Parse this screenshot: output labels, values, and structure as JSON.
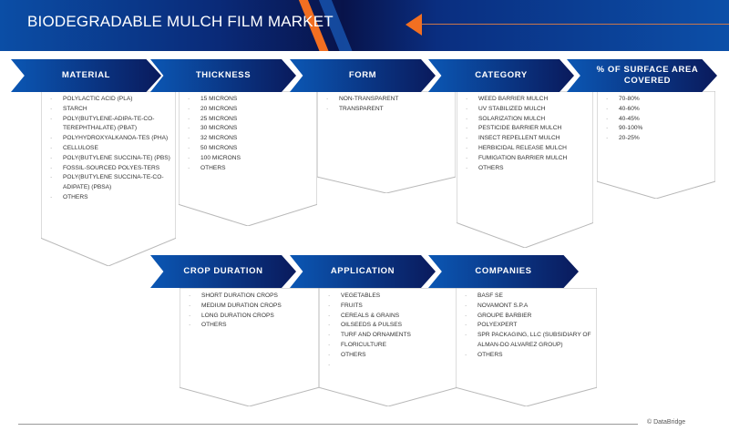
{
  "header": {
    "title": "BIODEGRADABLE MULCH FILM MARKET"
  },
  "colors": {
    "accent": "#f26f21",
    "brand_dark": "#0a1a5c",
    "brand_light": "#0b57b4"
  },
  "segments": [
    {
      "label": "MATERIAL",
      "items": [
        "POLYLACTIC ACID (PLA)",
        "STARCH",
        "POLY(BUTYLENE-ADIPA-TE-CO-TEREPHTHALATE) (PBAT)",
        "POLYHYDROXYALKANOA-TES (PHA)",
        "CELLULOSE",
        "POLY(BUTYLENE SUCCINA-TE) (PBS)",
        "FOSSIL-SOURCED POLYES-TERS",
        "POLY(BUTYLENE SUCCINA-TE-CO-ADIPATE) (PBSA)",
        "OTHERS"
      ]
    },
    {
      "label": "THICKNESS",
      "items": [
        "15 microns",
        "20 microns",
        "25 microns",
        "30 microns",
        "32 microns",
        "50 microns",
        "100 microns",
        "OTHERS"
      ]
    },
    {
      "label": "FORM",
      "items": [
        "NON-TRANSPARENT",
        "TRANSPARENT"
      ]
    },
    {
      "label": "CATEGORY",
      "items": [
        "WEED BARRIER MULCH",
        "UV STABILIZED MULCH",
        "SOLARIZATION MULCH",
        "PESTICIDE BARRIER MULCH",
        "INSECT REPELLENT MULCH",
        "HERBICIDAL RELEASE MULCH",
        "FUMIGATION BARRIER MULCH",
        "OTHERS"
      ]
    },
    {
      "label": "% OF SURFACE AREA COVERED",
      "items": [
        "70-80%",
        "40-60%",
        "40-45%",
        "90-100%",
        "20-25%"
      ]
    },
    {
      "label": "CROP DURATION",
      "items": [
        "SHORT DURATION CROPS",
        "MEDIUM DURATION CROPS",
        "LONG DURATION CROPS",
        "OTHERS"
      ]
    },
    {
      "label": "APPLICATION",
      "items": [
        "VEGETABLES",
        "FRUITS",
        "CEREALS & GRAINS",
        "OILSEEDS & PULSES",
        "TURF AND ORNAMENTS",
        "FLORICULTURE",
        "OTHERS",
        ""
      ]
    },
    {
      "label": "COMPANIES",
      "items": [
        "BASF SE",
        "NOVAMONT S.P.A",
        "GROUPE BARBIER",
        "POLYEXPERT",
        "SPR PACKAGING, LLC (SUBSIDIARY OF ALMAN-DO ALVAREZ GROUP)",
        "OTHERS"
      ]
    }
  ],
  "footer": {
    "copyright": "© DataBridge"
  }
}
